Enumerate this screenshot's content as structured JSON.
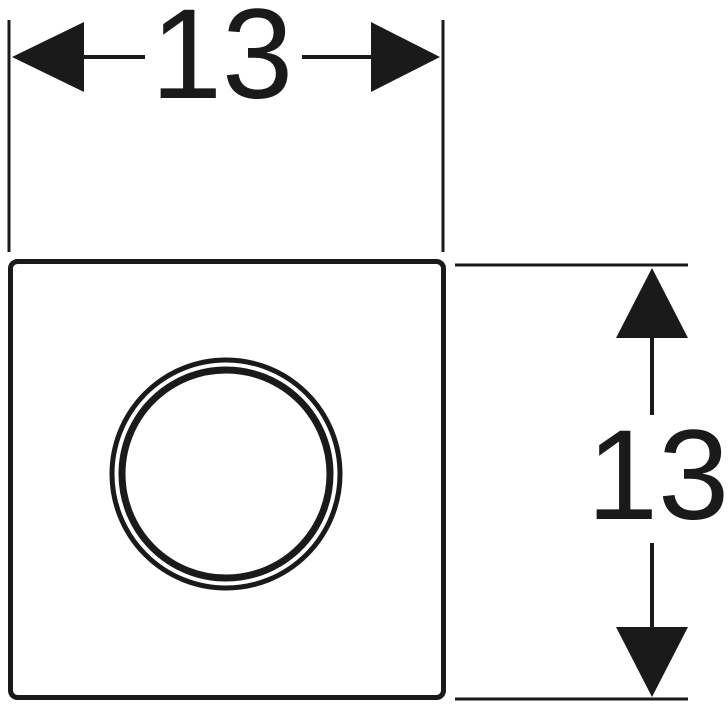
{
  "diagram": {
    "type": "technical-dimension-drawing",
    "subject": "square plate with circular button",
    "colors": {
      "line": "#1a1a1a",
      "background": "#ffffff"
    },
    "dimensions": {
      "width": {
        "label": "13",
        "orientation": "horizontal"
      },
      "height": {
        "label": "13",
        "orientation": "vertical"
      }
    },
    "shapes": {
      "plate": {
        "shape": "rounded-square"
      },
      "button": {
        "shape": "double-ring-circle"
      }
    }
  }
}
